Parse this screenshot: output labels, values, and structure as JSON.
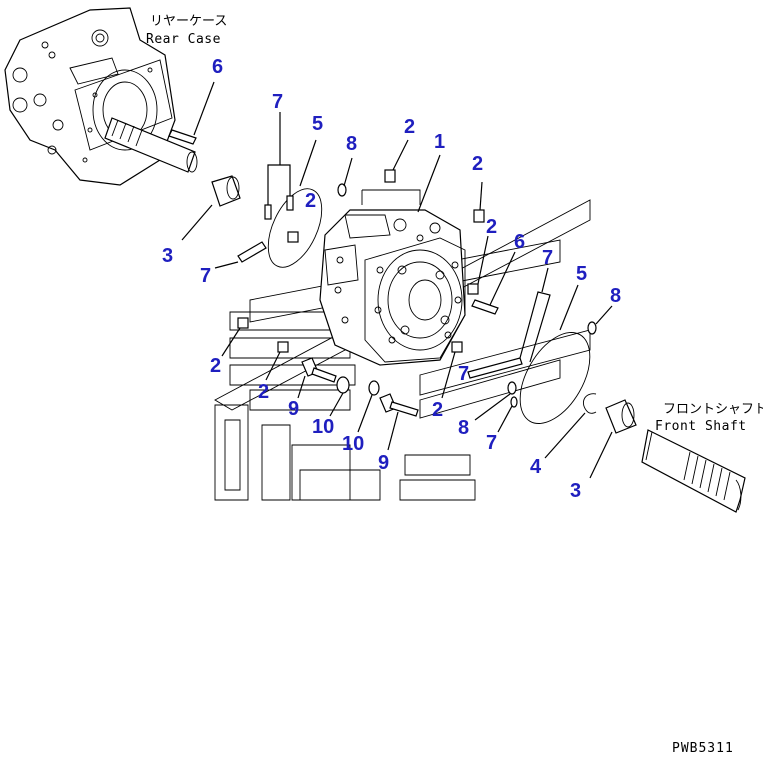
{
  "labels": {
    "rear_case_jp": "リヤーケース",
    "rear_case_en": "Rear Case",
    "front_shaft_jp": "フロントシャフト",
    "front_shaft_en": "Front Shaft",
    "drawing_code": "PWB5311"
  },
  "callouts": [
    "6",
    "7",
    "5",
    "8",
    "2",
    "1",
    "2",
    "2",
    "2",
    "3",
    "7",
    "6",
    "7",
    "5",
    "8",
    "2",
    "2",
    "9",
    "7",
    "10",
    "2",
    "10",
    "8",
    "7",
    "9",
    "4",
    "3"
  ],
  "colors": {
    "callout": "#1f1fbf",
    "line": "#000000",
    "background": "#ffffff"
  }
}
